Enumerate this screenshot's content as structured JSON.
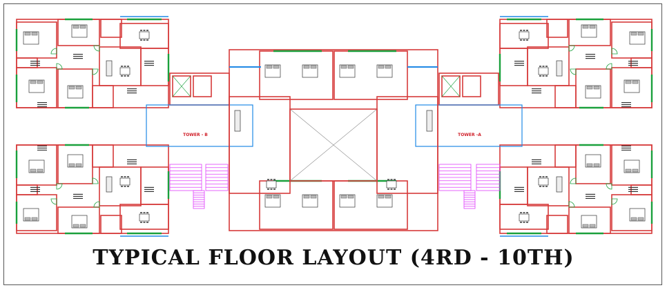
{
  "title": "TYPICAL FLOOR LAYOUT (4RD - 10TH)",
  "towers": {
    "left": "TOWER - B",
    "right": "TOWER -A"
  },
  "colors": {
    "wall": "#d63a3a",
    "window": "#1aa03c",
    "balcony": "#1e88e5",
    "stair": "#e040fb",
    "furniture": "#333333",
    "tower_label": "#d0202a",
    "note_text": "#1a3bd1"
  }
}
